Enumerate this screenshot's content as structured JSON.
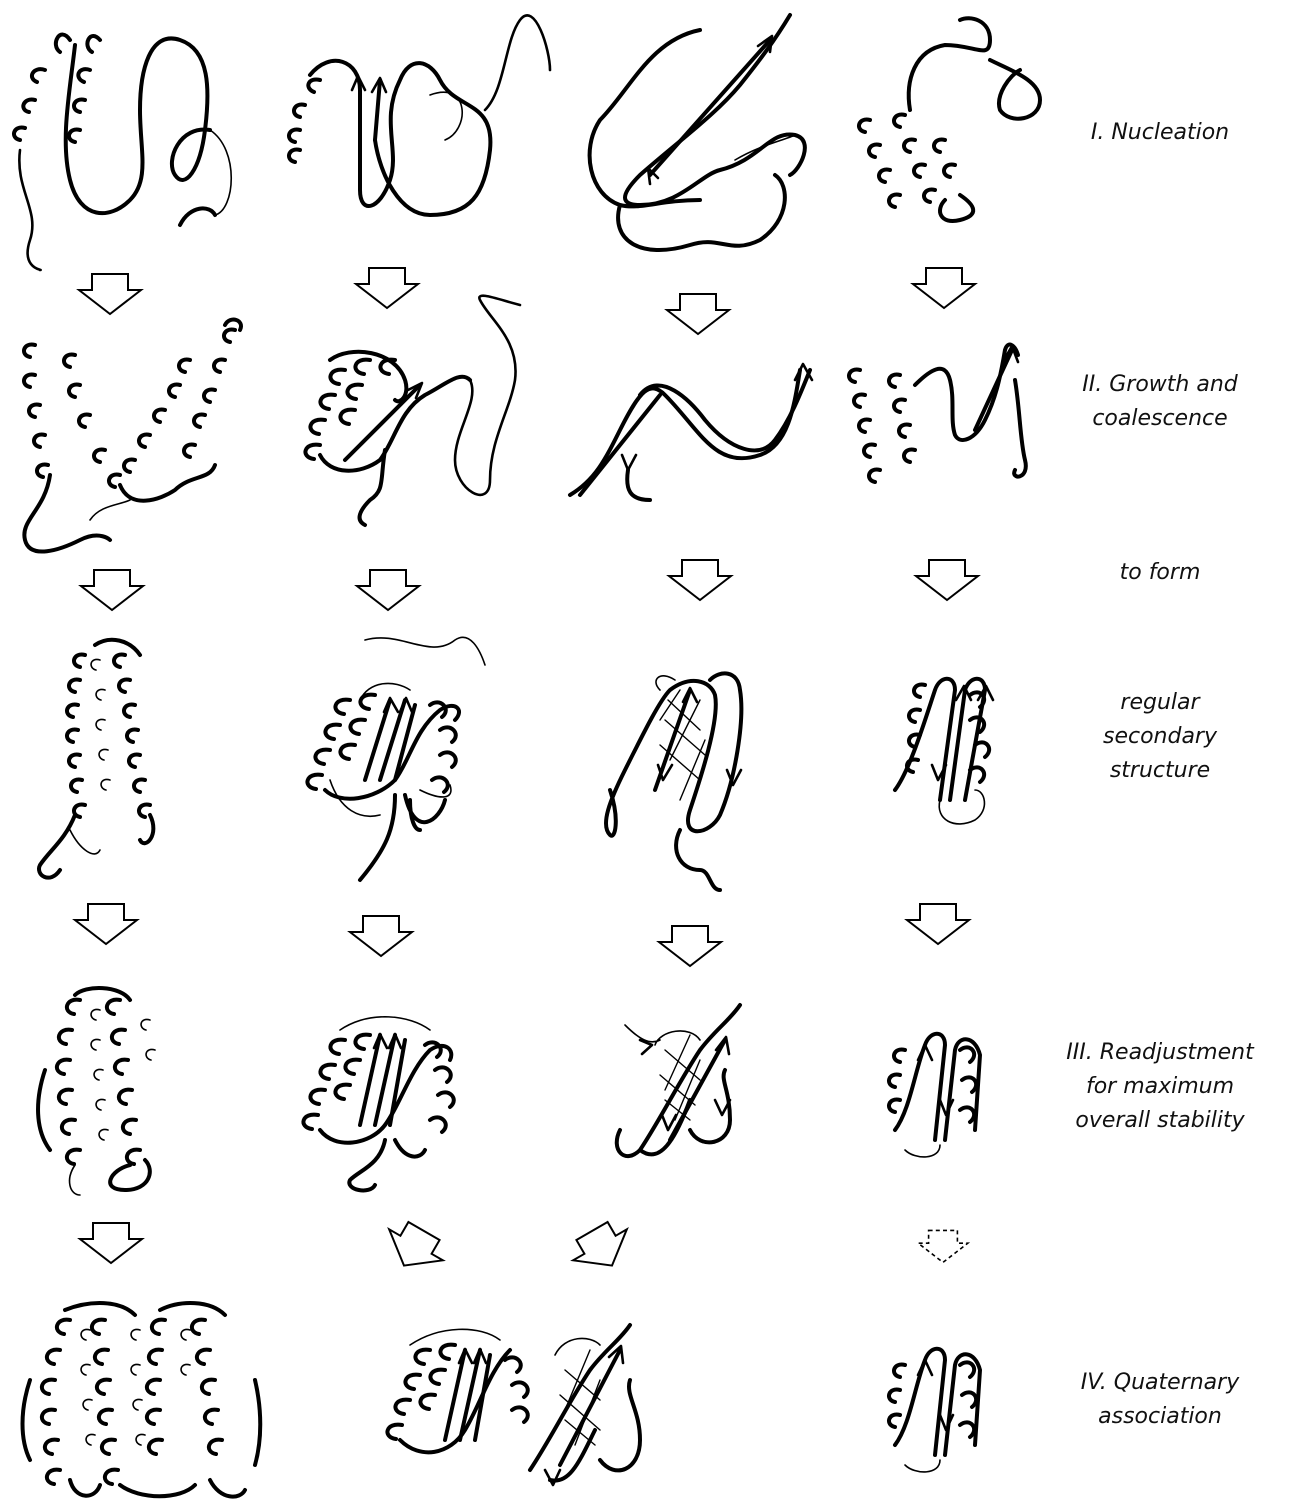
{
  "stages": [
    {
      "id": "nucleation",
      "lines": [
        "I.  Nucleation"
      ]
    },
    {
      "id": "growth",
      "lines": [
        "II.  Growth and",
        "coalescence"
      ]
    },
    {
      "id": "to-form",
      "lines": [
        "to form"
      ]
    },
    {
      "id": "regular",
      "lines": [
        "regular",
        "secondary",
        "structure"
      ]
    },
    {
      "id": "readjustment",
      "lines": [
        "III.  Readjustment",
        "for maximum",
        "overall stability"
      ]
    },
    {
      "id": "quaternary",
      "lines": [
        "IV.  Quaternary",
        "association"
      ]
    }
  ],
  "columns": [
    "all-helical",
    "helix-sheet",
    "beta-sheet",
    "helix-beta-small"
  ],
  "dashed_arrow_column": "helix-beta-small"
}
